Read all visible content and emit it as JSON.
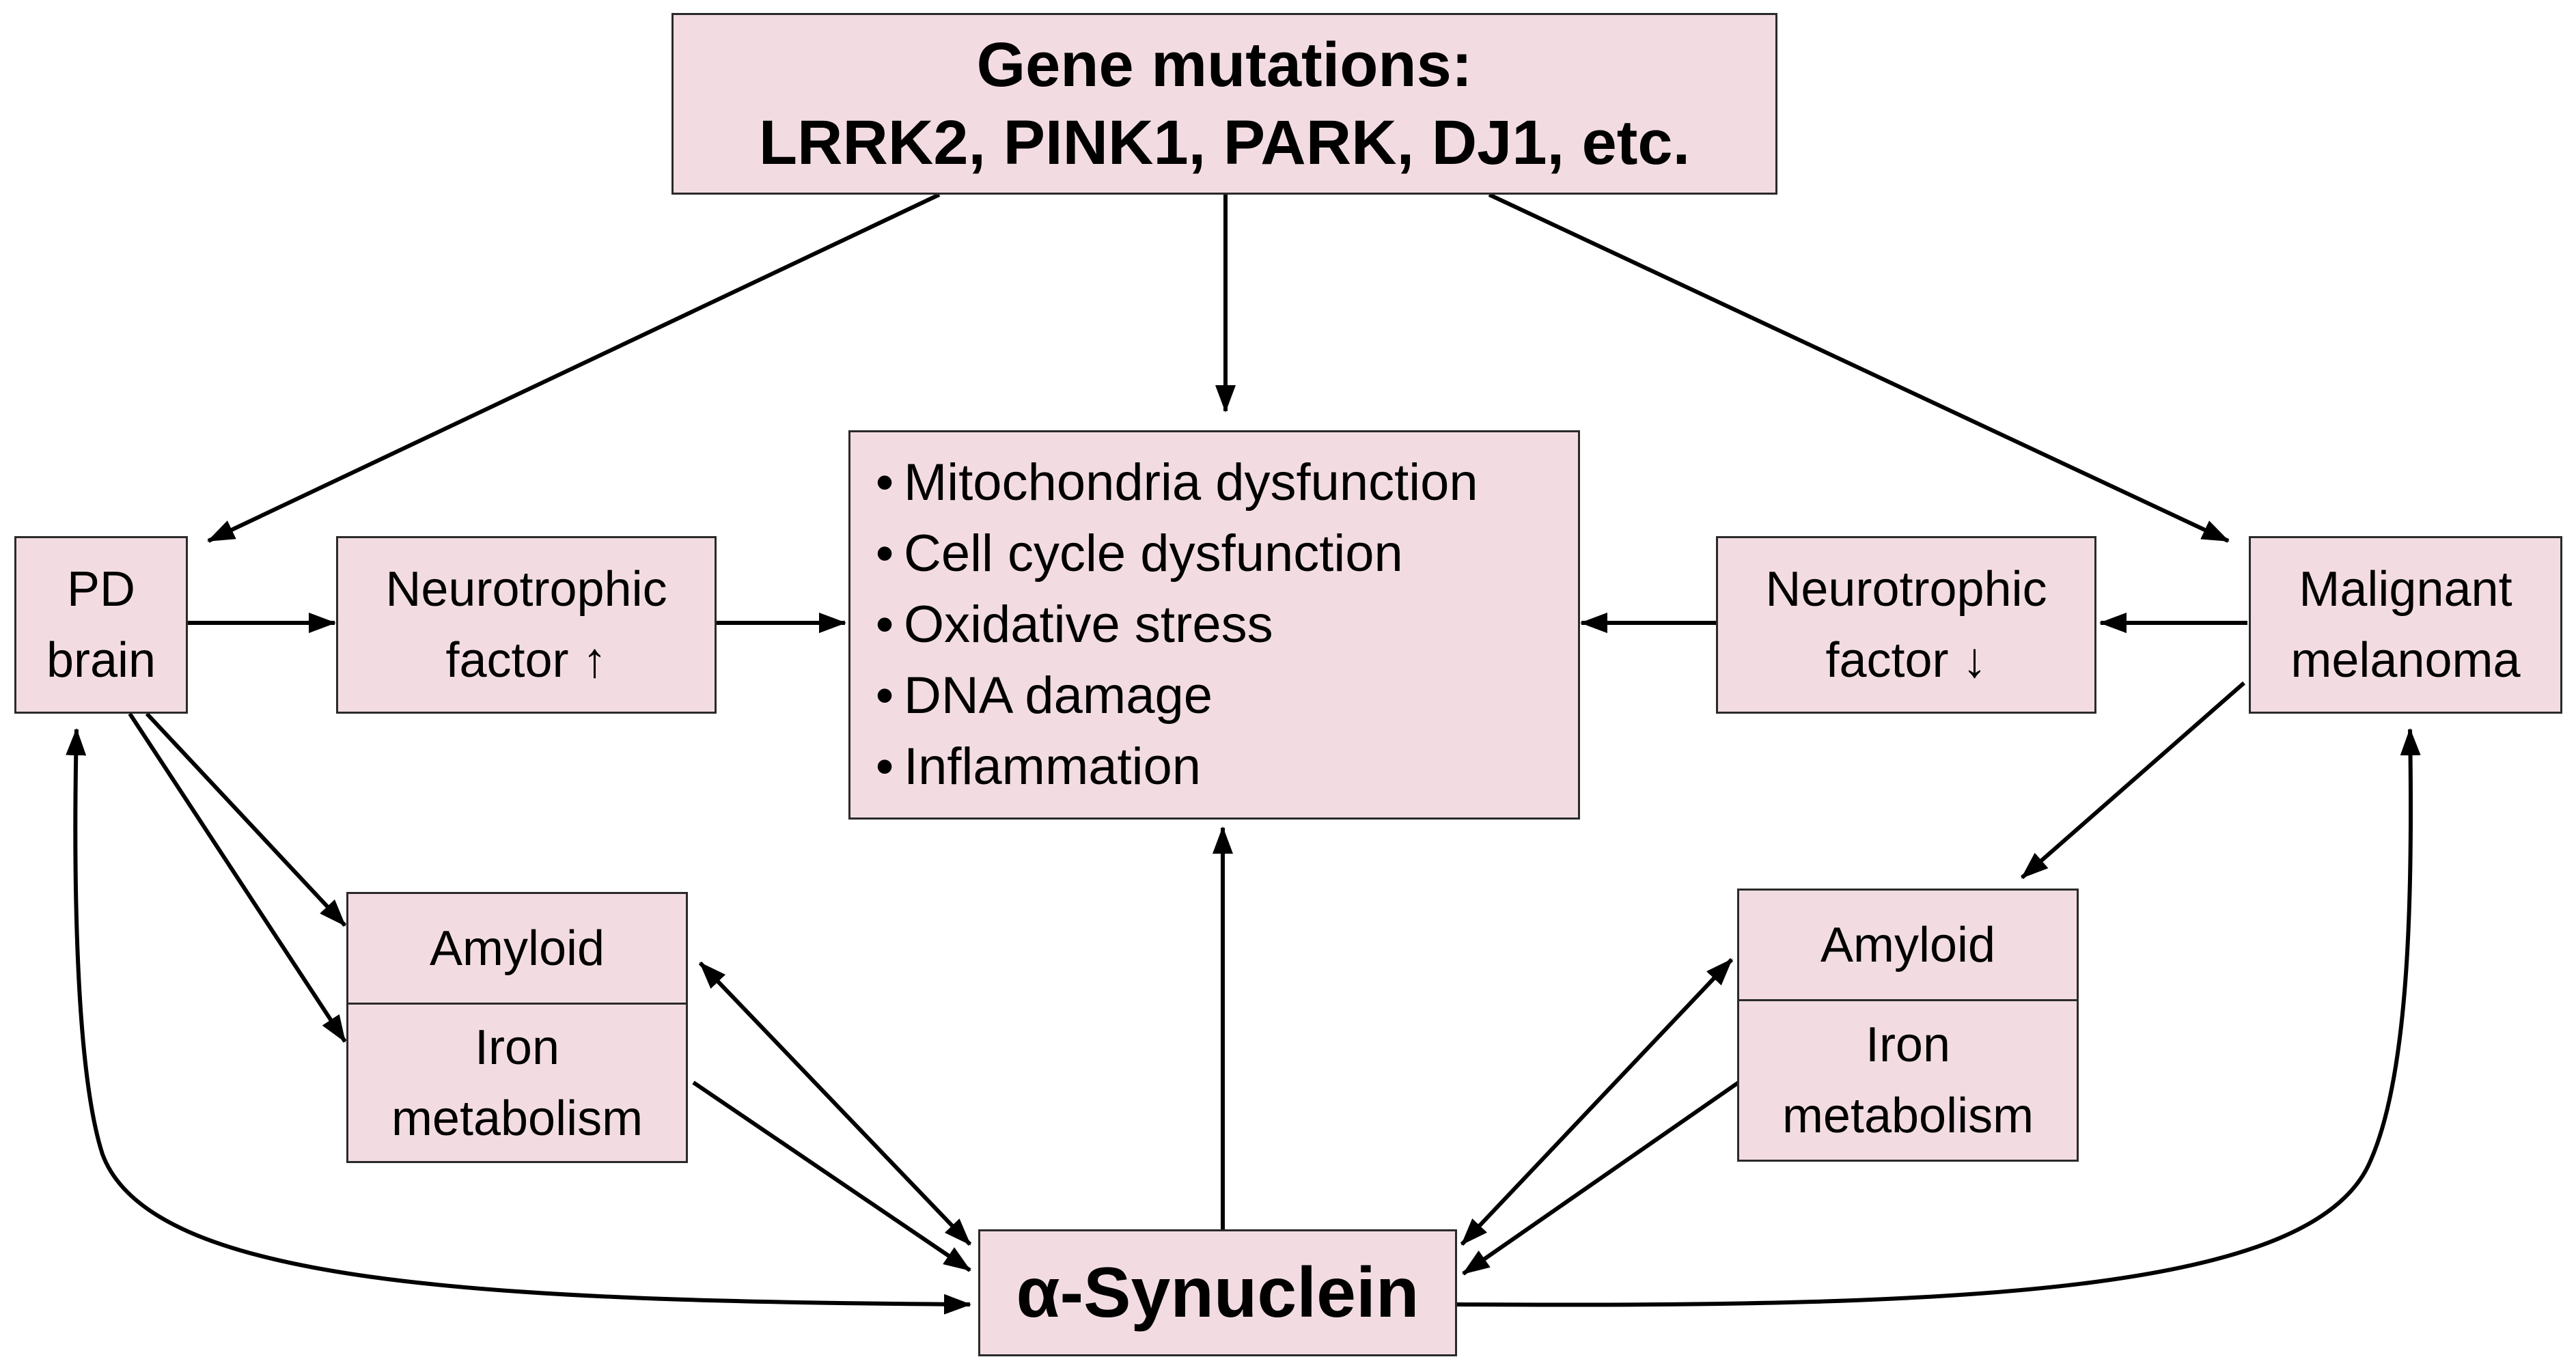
{
  "gene_mutations": {
    "line1": "Gene mutations:",
    "line2": "LRRK2, PINK1, PARK, DJ1, etc."
  },
  "central_effects": {
    "bullet": "•",
    "items": [
      "Mitochondria dysfunction",
      "Cell cycle dysfunction",
      "Oxidative stress",
      "DNA damage",
      "Inflammation"
    ]
  },
  "pd_brain": {
    "line1": "PD",
    "line2": "brain"
  },
  "neurotrophic_up": {
    "line1": "Neurotrophic",
    "line2": "factor ↑"
  },
  "neurotrophic_down": {
    "line1": "Neurotrophic",
    "line2": "factor ↓"
  },
  "malignant_melanoma": {
    "line1": "Malignant",
    "line2": "melanoma"
  },
  "left_amyloid_iron": {
    "upper": "Amyloid",
    "lower1": "Iron",
    "lower2": "metabolism"
  },
  "right_amyloid_iron": {
    "upper": "Amyloid",
    "lower1": "Iron",
    "lower2": "metabolism"
  },
  "synuclein": {
    "label": "α-Synuclein"
  },
  "colors": {
    "box_fill": "#f2dce2",
    "box_border": "#2a2a2a",
    "arrow": "#000000"
  }
}
